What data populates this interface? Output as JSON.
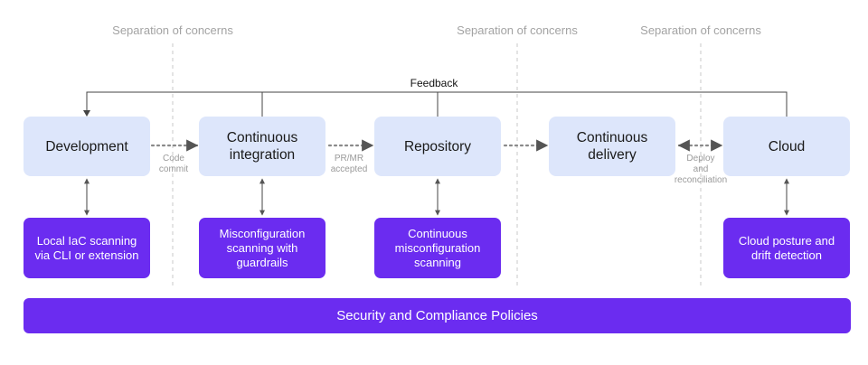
{
  "separations": [
    "Separation of concerns",
    "Separation of concerns",
    "Separation of concerns"
  ],
  "feedback_label": "Feedback",
  "stages": [
    {
      "label": "Development",
      "color": "#dde6fb"
    },
    {
      "label": "Continuous integration",
      "color": "#dde6fb"
    },
    {
      "label": "Repository",
      "color": "#dde6fb"
    },
    {
      "label": "Continuous delivery",
      "color": "#dde6fb"
    },
    {
      "label": "Cloud",
      "color": "#dde6fb"
    }
  ],
  "connectors": [
    {
      "label": "Code\ncommit"
    },
    {
      "label": "PR/MR\naccepted"
    },
    {
      "label": ""
    },
    {
      "label": "Deploy\nand\nreconciliation"
    }
  ],
  "tools": [
    "Local IaC scanning via CLI or extension",
    "Misconfiguration scanning with guardrails",
    "Continuous misconfiguration scanning",
    "Cloud posture and drift detection"
  ],
  "policy_bar": "Security and Compliance Policies",
  "colors": {
    "accent": "#6b2cf0",
    "stage_fill": "#dde6fb",
    "separator": "#c8c8c8",
    "connector": "#777777"
  }
}
